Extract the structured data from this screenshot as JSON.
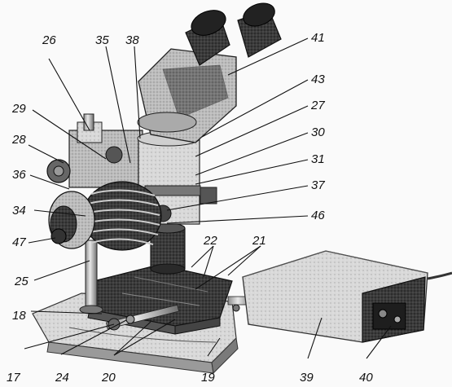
{
  "labels": {
    "l17": "17",
    "l18": "18",
    "l19": "19",
    "l20": "20",
    "l21": "21",
    "l22": "22",
    "l24": "24",
    "l25": "25",
    "l26": "26",
    "l27": "27",
    "l28": "28",
    "l29": "29",
    "l30": "30",
    "l31": "31",
    "l34": "34",
    "l35": "35",
    "l36": "36",
    "l37": "37",
    "l38": "38",
    "l39": "39",
    "l40": "40",
    "l41": "41",
    "l43": "43",
    "l46": "46",
    "l47": "47"
  }
}
